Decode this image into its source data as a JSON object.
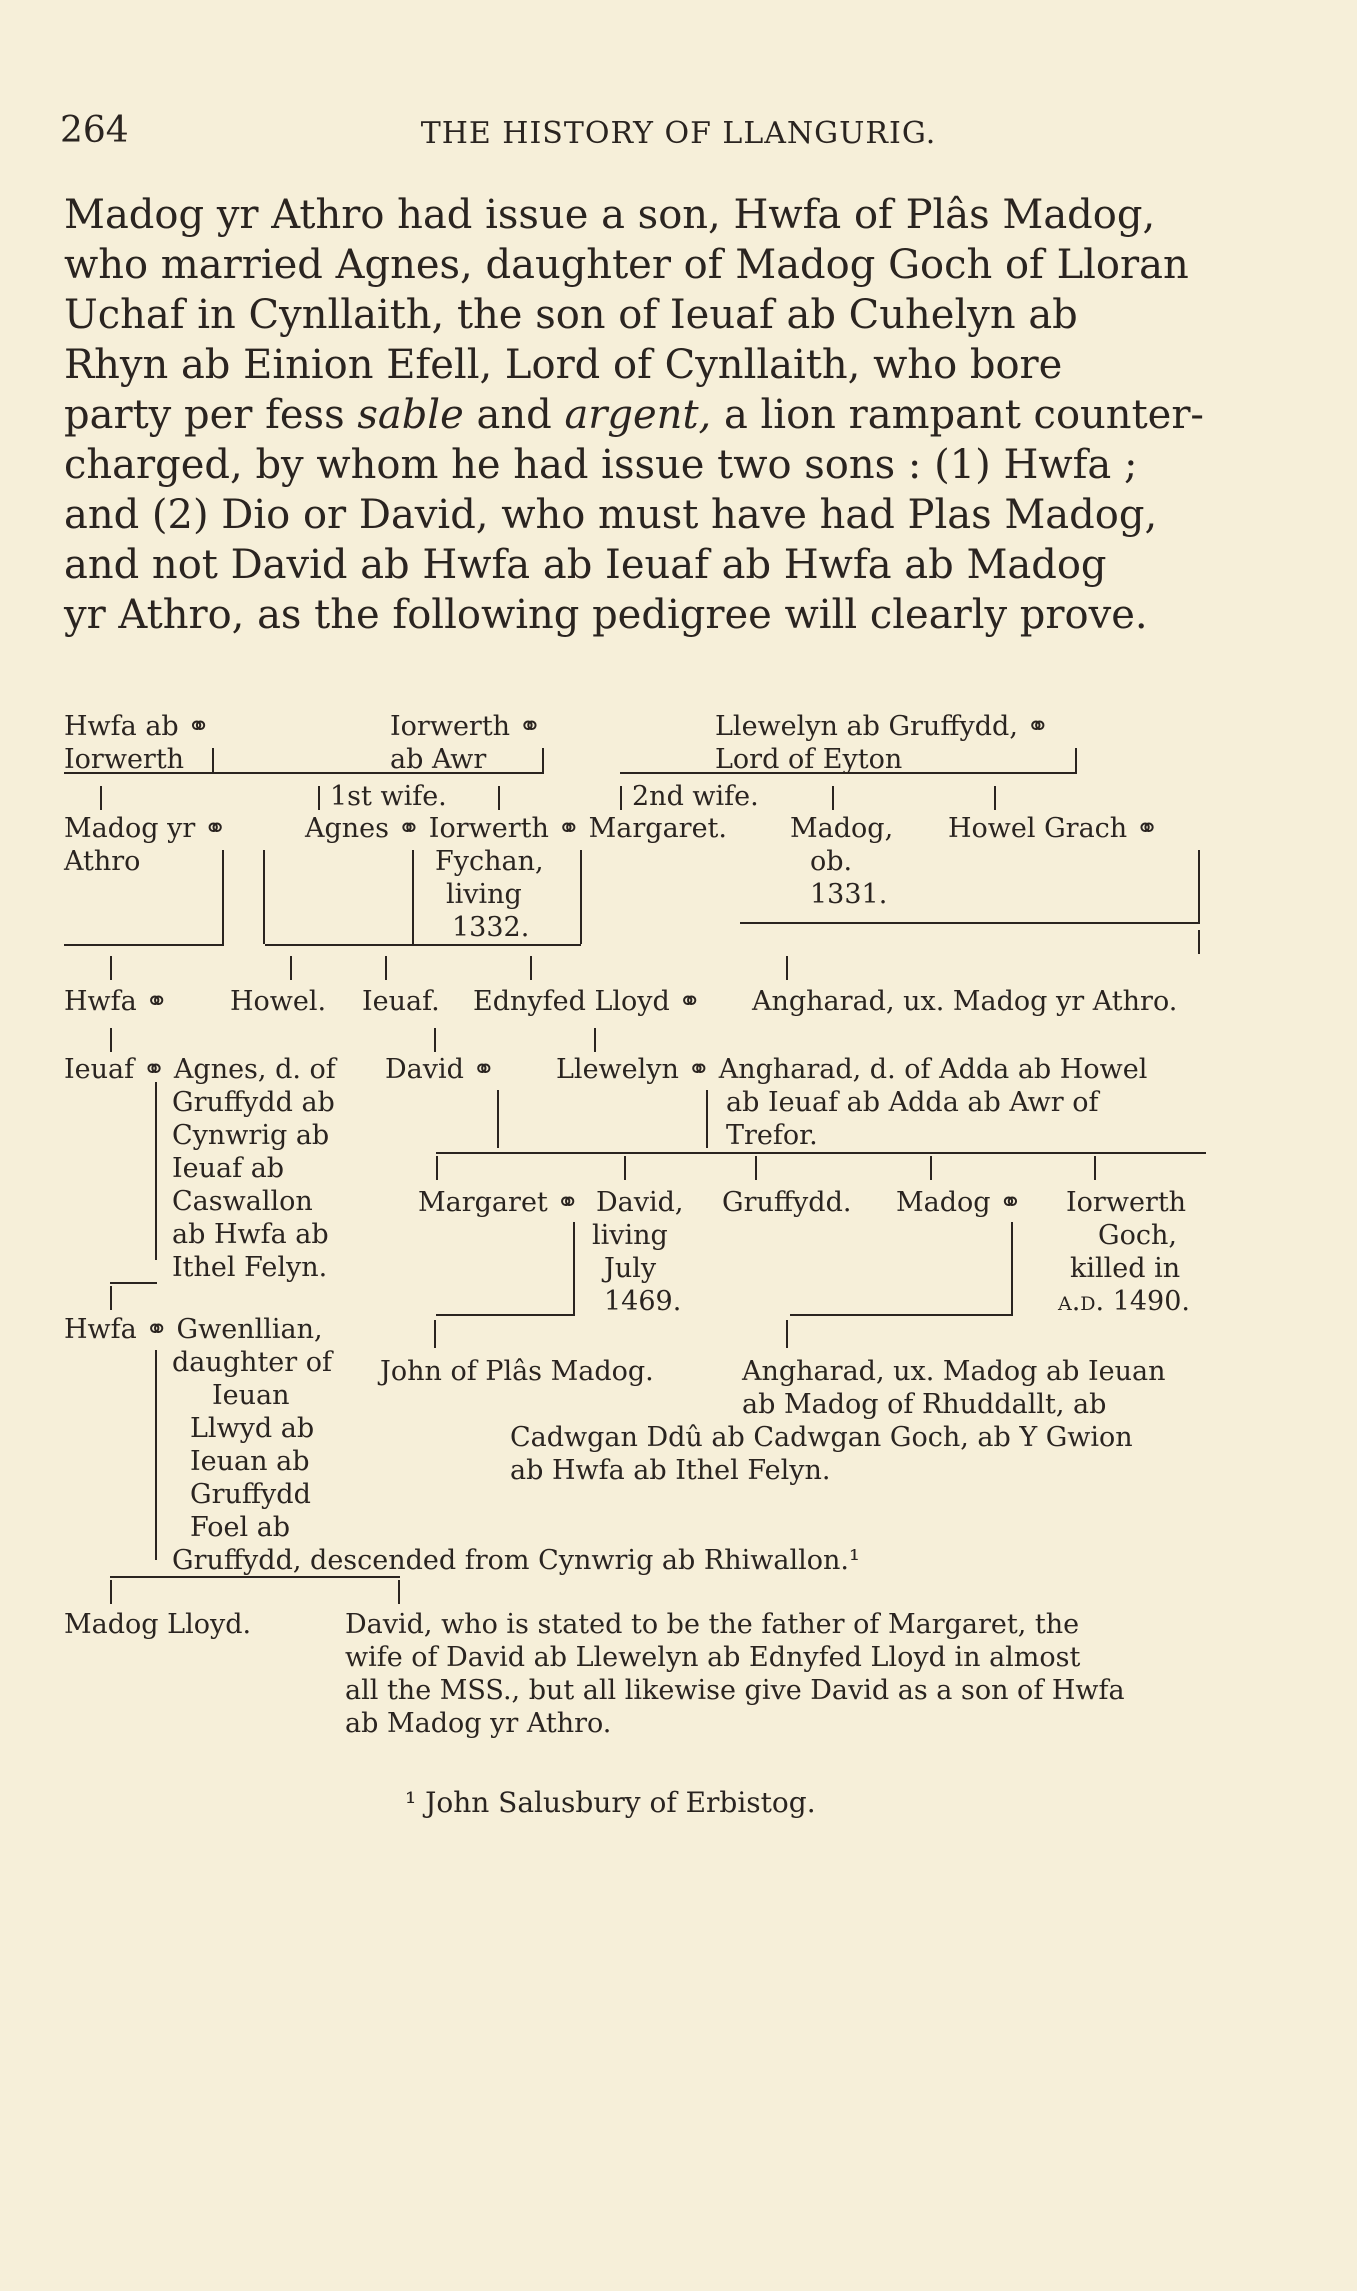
{
  "header": {
    "page_number": "264",
    "title": "THE HISTORY OF LLANGURIG."
  },
  "paragraph": {
    "lines": [
      "Madog yr Athro had issue a son, Hwfa of Plâs Madog,",
      "who married Agnes, daughter of Madog Goch of Lloran",
      "Uchaf in Cynllaith, the son of Ieuaf ab Cuhelyn ab",
      "Rhyn ab Einion Efell, Lord of Cynllaith, who bore",
      "party per fess ",
      "charged, by whom he had issue two sons : (1) Hwfa ;",
      "and (2) Dio or David, who must have had Plas Madog,",
      "and not David ab Hwfa ab Ieuaf ab Hwfa ab Madog",
      "yr Athro, as the following pedigree will clearly prove."
    ],
    "line5_sable": "sable",
    "line5_and": " and ",
    "line5_argent": "argent,",
    "line5_rest": " a lion rampant counter-"
  },
  "pedigree": {
    "hwfa_ab": "Hwfa ab ⚭",
    "iorwerth1": "Iorwerth",
    "iorwerth_top": "Iorwerth ⚭",
    "ab_awr": "ab Awr",
    "llewelyn_gruffydd": "Llewelyn ab Gruffydd, ⚭",
    "lord_eyton": "Lord of Eyton",
    "first_wife": "1st wife.",
    "second_wife": "2nd wife.",
    "madog_yr": "Madog yr ⚭",
    "athro": "Athro",
    "agnes_iorwerth_margaret": "Agnes ⚭ Iorwerth ⚭ Margaret.",
    "madog_ob": [
      "Madog,",
      "ob.",
      "1331."
    ],
    "howel_grach": "Howel Grach ⚭",
    "fychan": [
      "Fychan,",
      "living",
      "1332."
    ],
    "gen3": [
      "Hwfa ⚭",
      "Howel.",
      "Ieuaf.",
      "Ednyfed Lloyd ⚭",
      "Angharad, ux. Madog yr Athro."
    ],
    "ieuaf_agnes": "Ieuaf ⚭ Agnes, d. of",
    "agnes_lines": [
      "Gruffydd ab",
      "Cynwrig ab",
      "Ieuaf ab",
      "Caswallon",
      "ab Hwfa ab",
      "Ithel Felyn."
    ],
    "david": "David ⚭",
    "llewelyn_angharad": "Llewelyn ⚭ Angharad, d. of Adda ab Howel",
    "angharad_lines": [
      "ab Ieuaf ab Adda ab Awr of",
      "Trefor."
    ],
    "gen5": [
      "Margaret ⚭",
      "David,",
      "Gruffydd.",
      "Madog ⚭",
      "Iorwerth"
    ],
    "david_living": [
      "living",
      "July",
      "1469."
    ],
    "iorwerth_goch": [
      "Goch,",
      "killed in",
      "a.d. 1490."
    ],
    "hwfa_gwenllian": "Hwfa ⚭ Gwenllian,",
    "gwenllian_lines": [
      "daughter of",
      "Ieuan",
      "Llwyd ab",
      "Ieuan ab",
      "Gruffydd",
      "Foel ab",
      "Gruffydd, descended from Cynwrig ab Rhiwallon.¹"
    ],
    "john": "John of Plâs Madog.",
    "angharad2_lines": [
      "Angharad, ux. Madog ab Ieuan",
      "ab Madog of Rhuddallt, ab",
      "Cadwgan Ddû ab Cadwgan Goch, ab Y Gwion",
      "ab Hwfa ab Ithel Felyn."
    ],
    "madog_lloyd": "Madog Lloyd.",
    "david_note": [
      "David, who is stated to be the father of Margaret, the",
      "wife of David ab Llewelyn ab Ednyfed Lloyd in almost",
      "all the MSS., but all likewise give David as a son of Hwfa",
      "ab Madog yr Athro."
    ]
  },
  "footnote": "¹ John Salusbury of Erbistog."
}
